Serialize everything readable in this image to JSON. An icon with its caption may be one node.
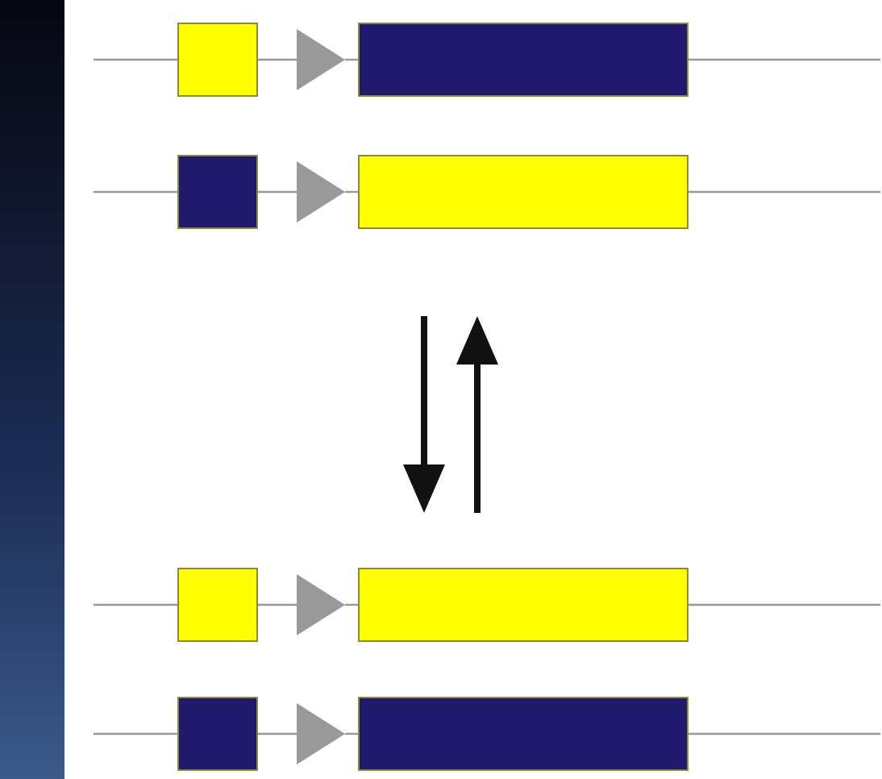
{
  "diagram": {
    "nodes": [
      {
        "text": [],
        "shape": "box"
      },
      {
        "text": [],
        "shape": "triangle"
      },
      {
        "text": [],
        "shape": "box"
      },
      {
        "text": [],
        "shape": "box"
      },
      {
        "text": [],
        "shape": "triangle"
      },
      {
        "text": [],
        "shape": "box"
      },
      {
        "text": [],
        "shape": "box"
      },
      {
        "text": [],
        "shape": "triangle"
      },
      {
        "text": [],
        "shape": "box"
      },
      {
        "text": [],
        "shape": "box"
      },
      {
        "text": [],
        "shape": "triangle"
      },
      {
        "text": [],
        "shape": "box"
      }
    ],
    "edges": [
      {
        "from": null,
        "to": 0,
        "arrow": "none"
      },
      {
        "from": 0,
        "to": 1,
        "arrow": "none"
      },
      {
        "from": 1,
        "to": 2,
        "arrow": "none"
      },
      {
        "from": 2,
        "to": null,
        "arrow": "none"
      },
      {
        "from": null,
        "to": 3,
        "arrow": "none"
      },
      {
        "from": 3,
        "to": 4,
        "arrow": "none"
      },
      {
        "from": 4,
        "to": 5,
        "arrow": "none"
      },
      {
        "from": 5,
        "to": null,
        "arrow": "none"
      },
      {
        "from": null,
        "to": 6,
        "arrow": "none"
      },
      {
        "from": 6,
        "to": 7,
        "arrow": "none"
      },
      {
        "from": 7,
        "to": 8,
        "arrow": "none"
      },
      {
        "from": 8,
        "to": null,
        "arrow": "none"
      },
      {
        "from": null,
        "to": 9,
        "arrow": "none"
      },
      {
        "from": 9,
        "to": 10,
        "arrow": "none"
      },
      {
        "from": 10,
        "to": 11,
        "arrow": "none"
      },
      {
        "from": 11,
        "to": null,
        "arrow": "none"
      }
    ]
  }
}
